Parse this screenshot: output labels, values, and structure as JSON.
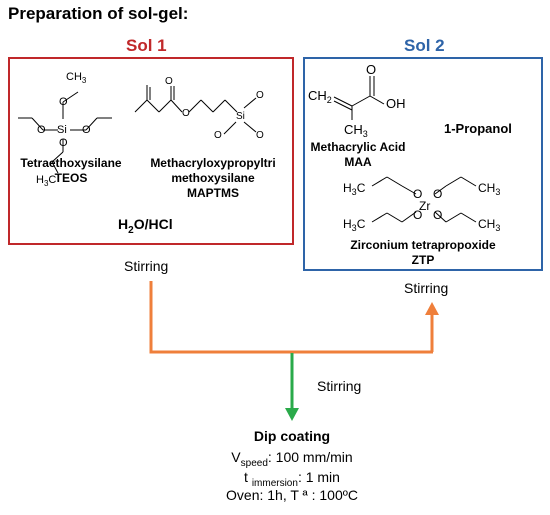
{
  "title": "Preparation of sol-gel:",
  "sol1": {
    "title": "Sol 1",
    "color": "#c0282a",
    "compound1_name": "Tetraethoxysilane",
    "compound1_abbr": "TEOS",
    "compound2_name_l1": "Methacryloxypropyltri",
    "compound2_name_l2": "methoxysilane",
    "compound2_abbr": "MAPTMS",
    "solvent_main": "H",
    "solvent_sub": "2",
    "solvent_rest": "O/HCl",
    "stirring": "Stirring"
  },
  "sol2": {
    "title": "Sol 2",
    "color": "#2e64a8",
    "compound1_name": "Methacrylic Acid",
    "compound1_abbr": "MAA",
    "solvent": "1-Propanol",
    "compound2_name": "Zirconium tetrapropoxide",
    "compound2_abbr": "ZTP",
    "stirring": "Stirring"
  },
  "mix": {
    "stirring": "Stirring",
    "arrow_color": "#ef7f3b",
    "down_arrow_color": "#2aaa4a"
  },
  "dip": {
    "title": "Dip coating",
    "v_main": "V",
    "v_sub": "speed",
    "v_rest": ": 100 mm/min",
    "t_main": "t ",
    "t_sub": "immersion",
    "t_rest": ": 1 min",
    "oven": "Oven: 1h, T ª : 100ºC"
  },
  "struct_labels": {
    "ch3": "CH",
    "ch3_sub": "3",
    "h3c": "H",
    "h3c_sub": "3",
    "h3c_c": "C",
    "ch2": "CH",
    "ch2_sub": "2",
    "o": "O",
    "oh": "OH",
    "si": "Si",
    "zr": "Zr"
  }
}
